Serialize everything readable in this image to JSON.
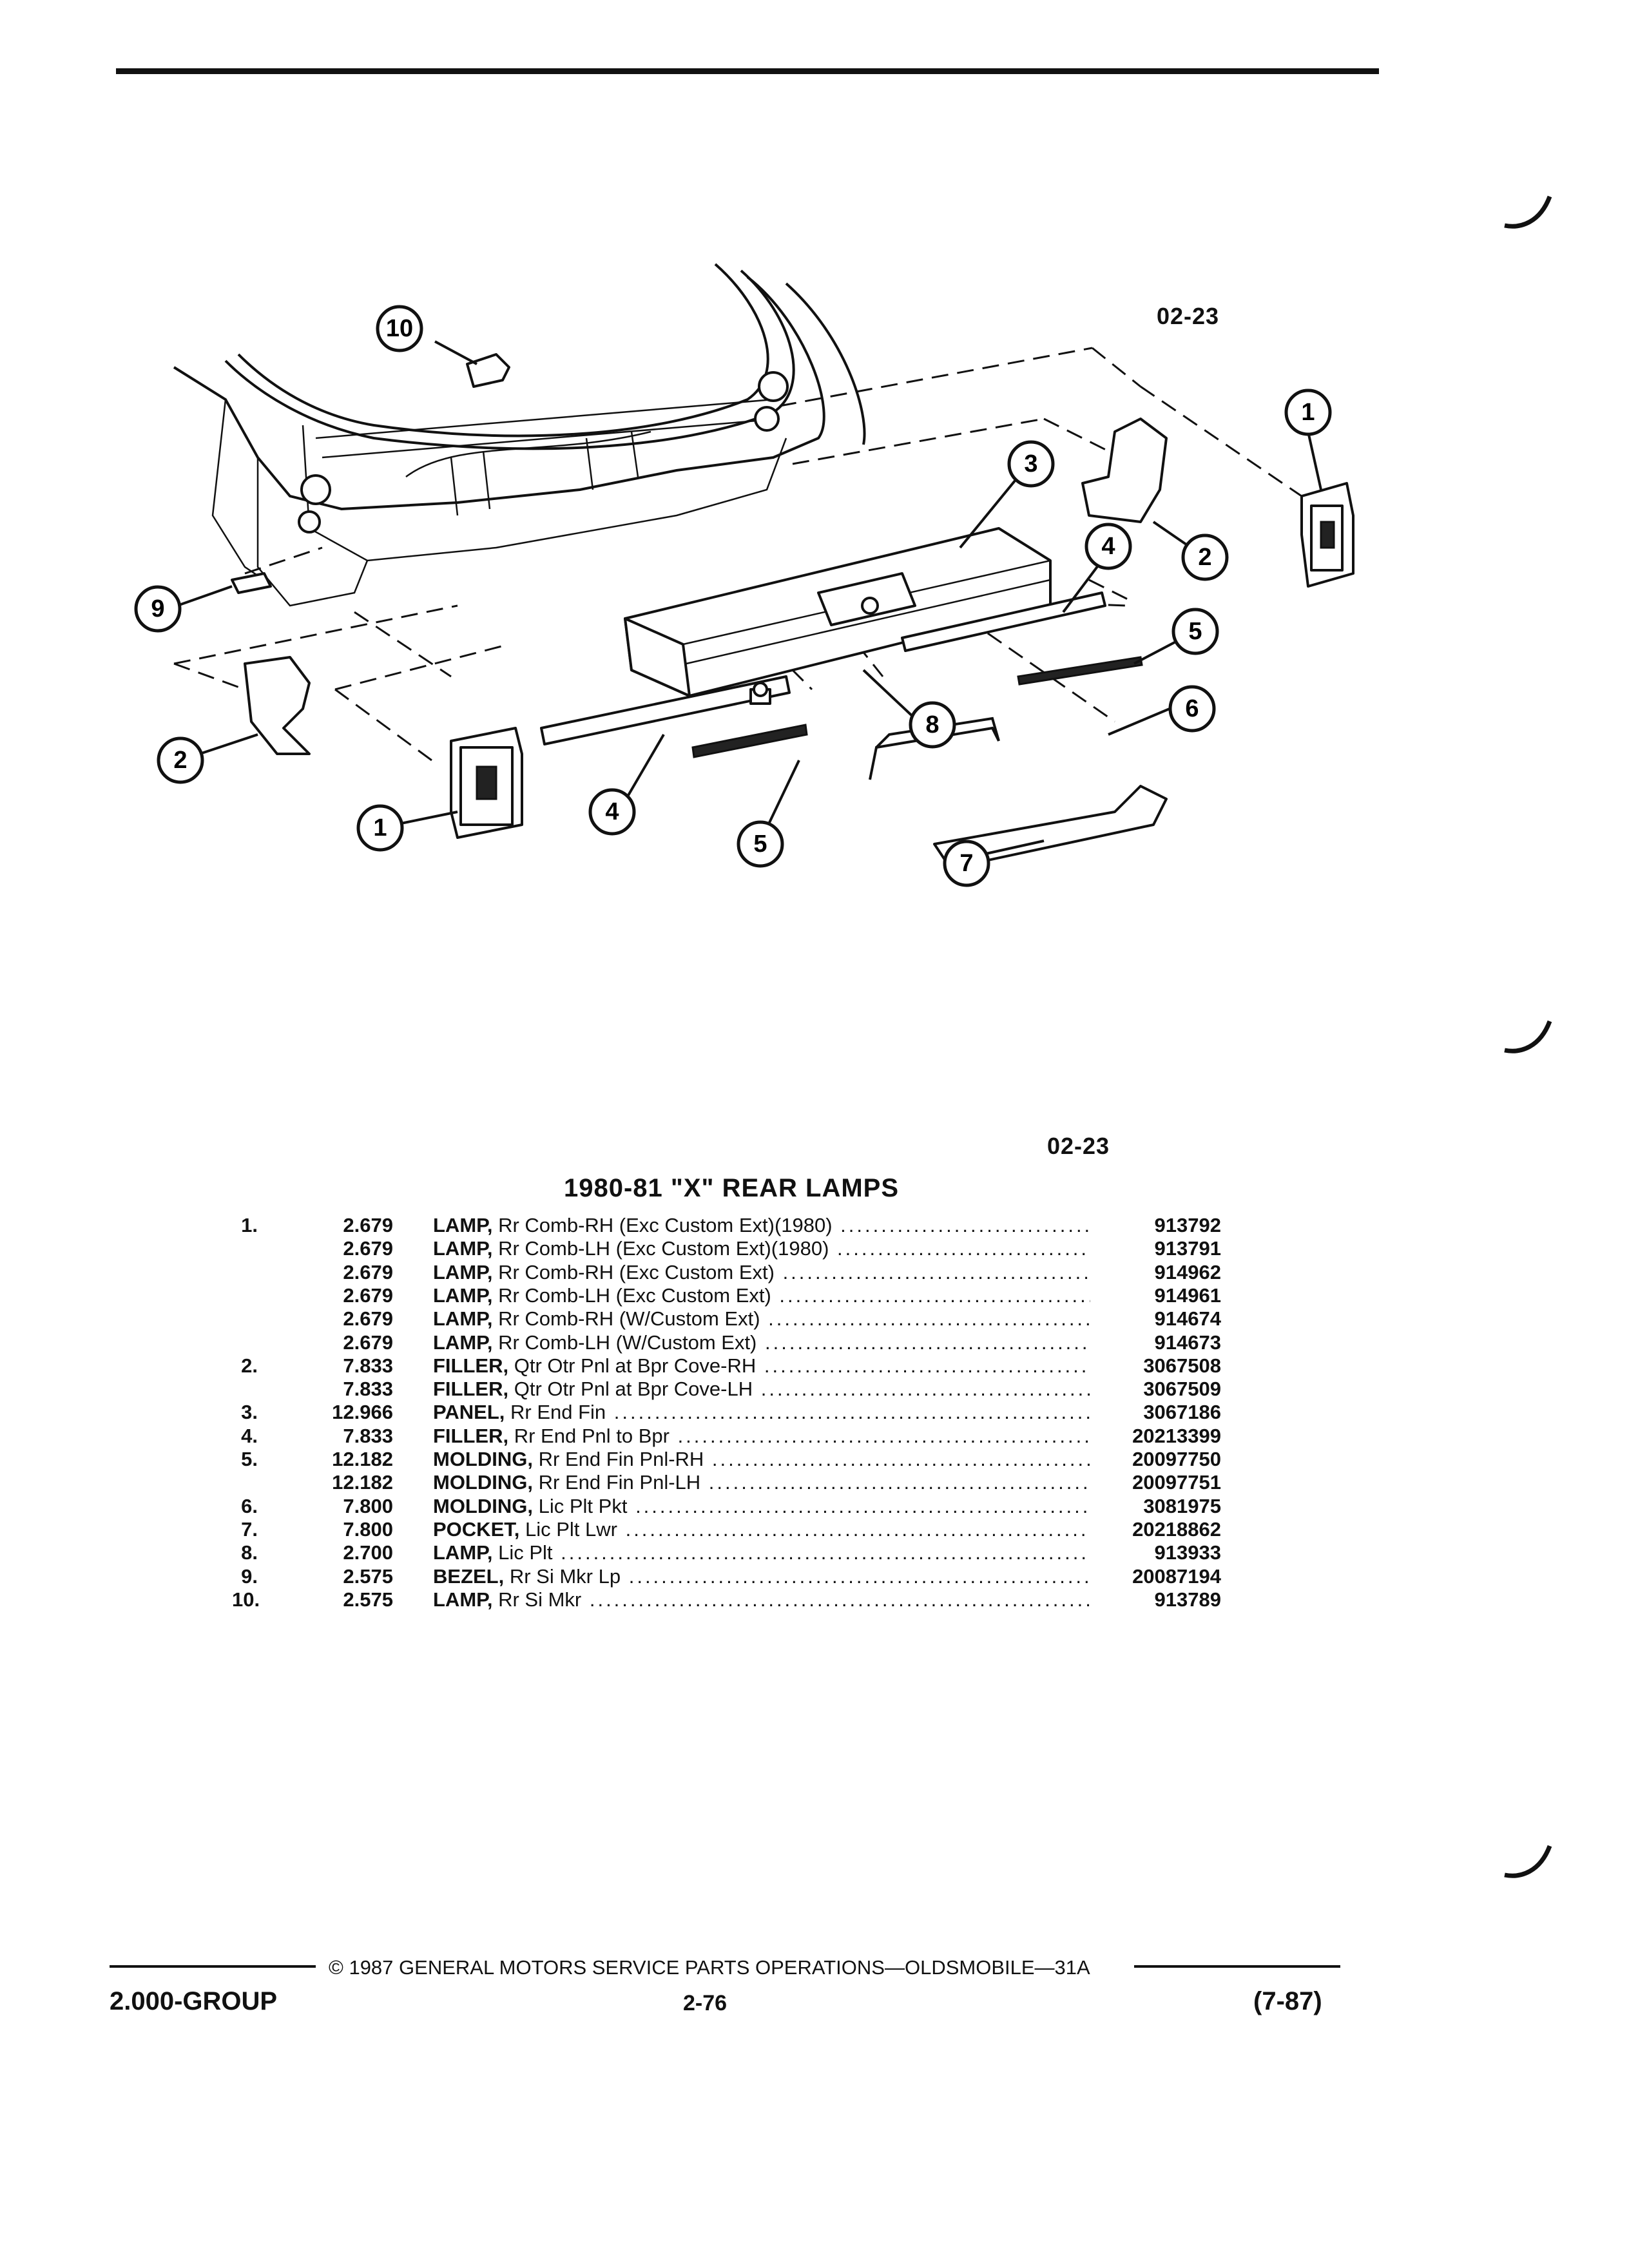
{
  "ref_code_top": "02-23",
  "ref_code_mid": "02-23",
  "diagram": {
    "callouts": [
      "10",
      "1",
      "3",
      "2",
      "4",
      "5",
      "9",
      "6",
      "8",
      "2",
      "7",
      "1",
      "4",
      "5"
    ]
  },
  "title": "1980-81 \"X\" REAR LAMPS",
  "parts": [
    {
      "ref": "1.",
      "group": "2.679",
      "name": "LAMP,",
      "desc": "Rr Comb-RH (Exc Custom Ext)(1980)",
      "part_no": "913792"
    },
    {
      "ref": "",
      "group": "2.679",
      "name": "LAMP,",
      "desc": "Rr Comb-LH (Exc Custom Ext)(1980)",
      "part_no": "913791"
    },
    {
      "ref": "",
      "group": "2.679",
      "name": "LAMP,",
      "desc": "Rr Comb-RH (Exc Custom Ext)",
      "part_no": "914962"
    },
    {
      "ref": "",
      "group": "2.679",
      "name": "LAMP,",
      "desc": "Rr Comb-LH (Exc Custom Ext)",
      "part_no": "914961"
    },
    {
      "ref": "",
      "group": "2.679",
      "name": "LAMP,",
      "desc": "Rr Comb-RH (W/Custom Ext)",
      "part_no": "914674"
    },
    {
      "ref": "",
      "group": "2.679",
      "name": "LAMP,",
      "desc": "Rr Comb-LH (W/Custom Ext)",
      "part_no": "914673"
    },
    {
      "ref": "2.",
      "group": "7.833",
      "name": "FILLER,",
      "desc": "Qtr Otr Pnl at Bpr Cove-RH",
      "part_no": "3067508"
    },
    {
      "ref": "",
      "group": "7.833",
      "name": "FILLER,",
      "desc": "Qtr Otr Pnl at Bpr Cove-LH",
      "part_no": "3067509"
    },
    {
      "ref": "3.",
      "group": "12.966",
      "name": "PANEL,",
      "desc": "Rr End Fin",
      "part_no": "3067186"
    },
    {
      "ref": "4.",
      "group": "7.833",
      "name": "FILLER,",
      "desc": "Rr End Pnl to Bpr",
      "part_no": "20213399"
    },
    {
      "ref": "5.",
      "group": "12.182",
      "name": "MOLDING,",
      "desc": "Rr End Fin Pnl-RH",
      "part_no": "20097750"
    },
    {
      "ref": "",
      "group": "12.182",
      "name": "MOLDING,",
      "desc": "Rr End Fin Pnl-LH",
      "part_no": "20097751"
    },
    {
      "ref": "6.",
      "group": "7.800",
      "name": "MOLDING,",
      "desc": "Lic Plt Pkt",
      "part_no": "3081975"
    },
    {
      "ref": "7.",
      "group": "7.800",
      "name": "POCKET,",
      "desc": "Lic Plt Lwr",
      "part_no": "20218862"
    },
    {
      "ref": "8.",
      "group": "2.700",
      "name": "LAMP,",
      "desc": "Lic Plt",
      "part_no": "913933"
    },
    {
      "ref": "9.",
      "group": "2.575",
      "name": "BEZEL,",
      "desc": "Rr Si Mkr Lp",
      "part_no": "20087194"
    },
    {
      "ref": "10.",
      "group": "2.575",
      "name": "LAMP,",
      "desc": "Rr Si Mkr",
      "part_no": "913789"
    }
  ],
  "footer": {
    "copyright": "© 1987 GENERAL MOTORS SERVICE PARTS OPERATIONS—OLDSMOBILE—31A",
    "group": "2.000-GROUP",
    "page": "2-76",
    "date_code": "(7-87)"
  }
}
